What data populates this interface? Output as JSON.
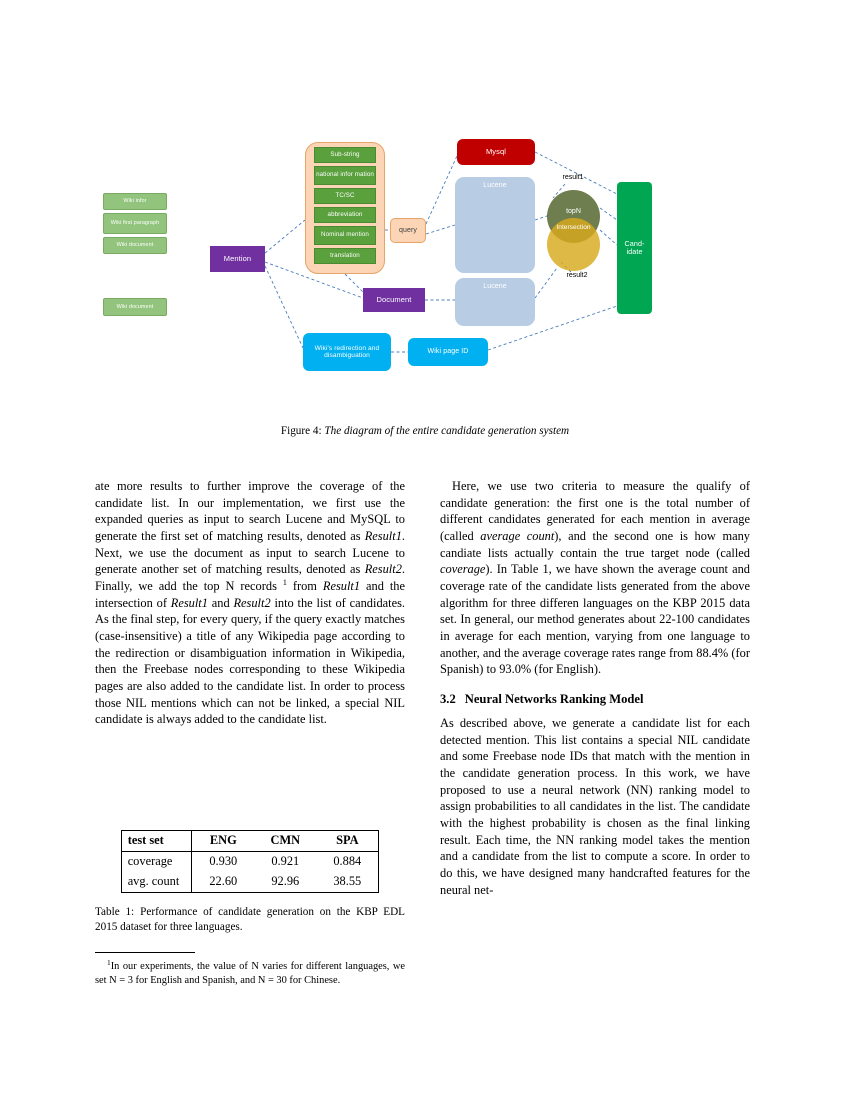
{
  "figure": {
    "caption_label": "Figure 4:",
    "caption_text": "The diagram of the entire candidate generation system",
    "nodes": {
      "mention": "Mention",
      "query": "query",
      "mysql": "Mysql",
      "lucene_top": "Lucene",
      "lucene_bottom": "Lucene",
      "document": "Document",
      "wiki_redirection": "Wiki's redirection and disambiguation",
      "wiki_page_id": "Wiki page ID",
      "candidate": "Cand-idate"
    },
    "expansion_items": [
      "Sub-string",
      "national infor mation",
      "TC/SC",
      "abbreviation",
      "Nominal mention",
      "translation"
    ],
    "lucene_top_items": [
      "Wiki infor",
      "Wiki first paragraph",
      "Wiki document"
    ],
    "lucene_bottom_items": [
      "Wiki document"
    ],
    "venn": {
      "result1": "result1",
      "result2": "result2",
      "topn": "topN",
      "intersection": "Intersection"
    },
    "colors": {
      "mention": "#7030a0",
      "expansion_container": "#fbd5b5",
      "expansion_item": "#5aa03c",
      "query": "#fbd5b5",
      "mysql": "#c00000",
      "lucene": "#b8cce4",
      "lucene_item": "#92c47d",
      "document": "#7030a0",
      "wiki": "#00b0f0",
      "candidate": "#00a651",
      "venn_result1": "#4f6228",
      "venn_result2": "#d8a91c",
      "connector": "#4a7ebb"
    }
  },
  "left_column": {
    "para1_a": "ate more results to further improve the coverage of the candidate list. In our implementation, we first use the expanded queries as input to search Lucene and MySQL to generate the first set of matching results, denoted as ",
    "para1_result1": "Result1",
    "para1_b": ". Next, we use the document as input to search Lucene to generate another set of matching results, denoted as ",
    "para1_result2": "Result2",
    "para1_c": ". Finally, we add the top N records ",
    "para1_footnote_mark": "1",
    "para1_d": " from ",
    "para1_result1b": "Result1",
    "para1_e": " and the intersection of ",
    "para1_result1c": "Result1",
    "para1_f": " and ",
    "para1_result2b": "Result2",
    "para1_g": " into the list of candidates. As the final step, for every query, if the query exactly matches (case-insensitive) a title of any Wikipedia page according to the redirection or disambiguation information in Wikipedia, then the Freebase nodes corresponding to these Wikipedia pages are also added to the candidate list. In order to process those NIL mentions which can not be linked, a special NIL candidate is always added to the candidate list."
  },
  "table": {
    "caption_label": "Table 1:",
    "caption_text": "Performance of candidate generation on the KBP EDL 2015 dataset for three languages.",
    "headers": [
      "test set",
      "ENG",
      "CMN",
      "SPA"
    ],
    "rows": [
      {
        "label": "coverage",
        "values": [
          "0.930",
          "0.921",
          "0.884"
        ]
      },
      {
        "label": "avg. count",
        "values": [
          "22.60",
          "92.96",
          "38.55"
        ]
      }
    ]
  },
  "footnote": {
    "mark": "1",
    "text": "In our experiments, the value of N varies for different languages, we set N = 3 for English and Spanish, and N = 30 for Chinese."
  },
  "right_column": {
    "para1_a": "Here, we use two criteria to measure the qualify of candidate generation: the first one is the total number of different candidates generated for each mention in average (called ",
    "para1_avgcount": "average count",
    "para1_b": "), and the second one is how many candiate lists actually contain the true target node (called ",
    "para1_coverage": "coverage",
    "para1_c": "). In Table 1, we have shown the average count and coverage rate of the candidate lists generated from the above algorithm for three differen languages on the KBP 2015 data set. In general, our method generates about 22-100 candidates in average for each mention, varying from one language to another, and the average coverage rates range from 88.4% (for Spanish) to 93.0% (for English).",
    "section_number": "3.2",
    "section_title": "Neural Networks Ranking Model",
    "para2": "As described above, we generate a candidate list for each detected mention. This list contains a special NIL candidate and some Freebase node IDs that match with the mention in the candidate generation process. In this work, we have proposed to use a neural network (NN) ranking model to assign probabilities to all candidates in the list. The candidate with the highest probability is chosen as the final linking result. Each time, the NN ranking model takes the mention and a candidate from the list to compute a score. In order to do this, we have designed many handcrafted features for the neural net-"
  }
}
